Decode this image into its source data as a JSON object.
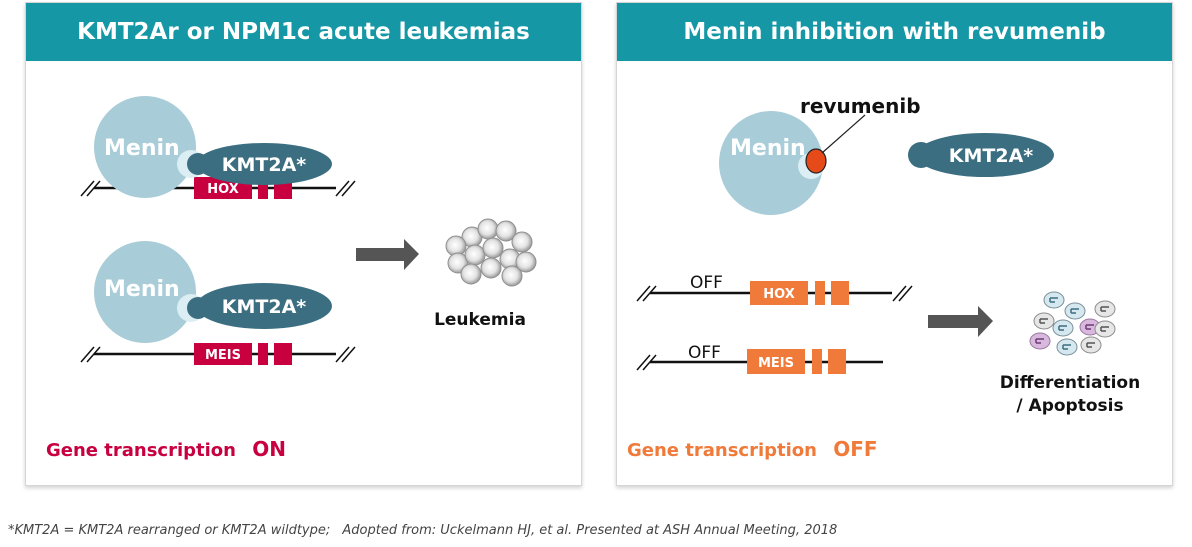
{
  "colors": {
    "header": "#1597a5",
    "menin": "#a9cdd8",
    "kmt2a": "#3b6e80",
    "gene_on": "#c8003f",
    "gene_off": "#ef7a3a",
    "drug": "#e64a19",
    "arrow": "#555555"
  },
  "left_panel": {
    "title": "KMT2Ar or NPM1c acute leukemias",
    "menin_label": "Menin",
    "kmt2a_label": "KMT2A*",
    "gene_hox": "HOX",
    "gene_meis": "MEIS",
    "outcome": "Leukemia",
    "status_prefix": "Gene transcription",
    "status_value": "ON"
  },
  "right_panel": {
    "title": "Menin inhibition with revumenib",
    "menin_label": "Menin",
    "kmt2a_label": "KMT2A*",
    "drug_label": "revumenib",
    "off_label": "OFF",
    "gene_hox": "HOX",
    "gene_meis": "MEIS",
    "outcome_line1": "Differentiation",
    "outcome_line2": "/ Apoptosis",
    "status_prefix": "Gene transcription",
    "status_value": "OFF"
  },
  "footnote": {
    "definition": "*KMT2A = KMT2A rearranged or KMT2A wildtype;",
    "source": "Adopted from: Uckelmann HJ, et al. Presented at ASH Annual Meeting, 2018"
  }
}
